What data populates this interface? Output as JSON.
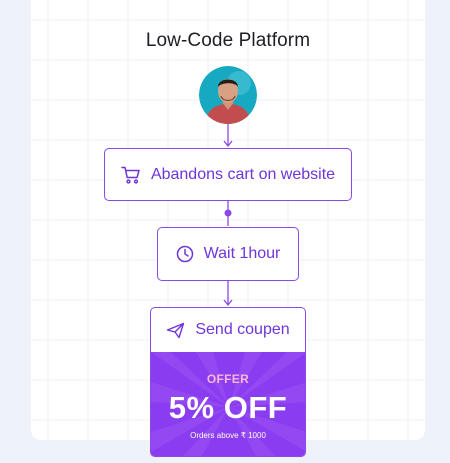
{
  "diagram": {
    "title": "Low-Code Platform",
    "nodes": {
      "cart": {
        "label": "Abandons cart on website",
        "icon": "shopping-cart-icon"
      },
      "wait": {
        "label": "Wait 1hour",
        "icon": "clock-icon"
      },
      "send": {
        "label": "Send coupen",
        "icon": "paper-plane-icon"
      }
    },
    "offer": {
      "label": "OFFER",
      "value": "5% OFF",
      "note": "Orders above ₹ 1000"
    }
  },
  "colors": {
    "accent": "#8a48e6",
    "accent_text": "#6f35d9",
    "offer_bg": "#8a3cf0",
    "offer_label": "#f7b7d8",
    "page_bg": "#edf2fb"
  }
}
